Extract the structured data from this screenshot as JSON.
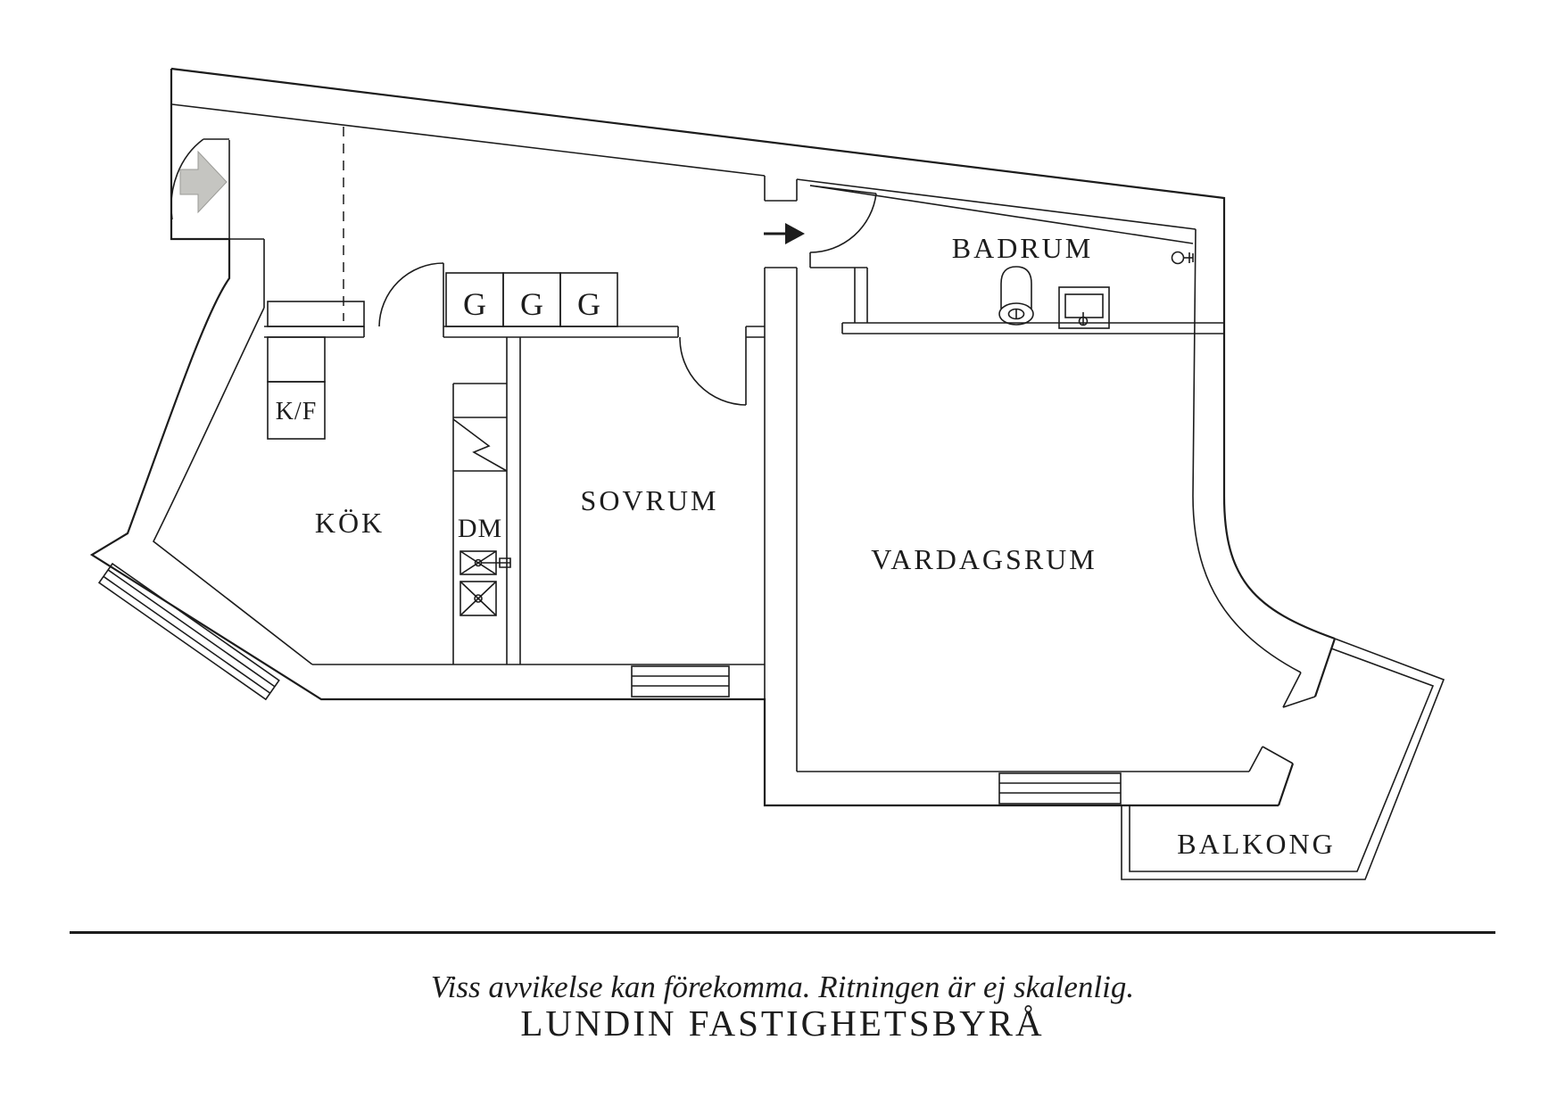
{
  "plan": {
    "rooms": {
      "kok": "KÖK",
      "sovrum": "SOVRUM",
      "badrum": "BADRUM",
      "vardagsrum": "VARDAGSRUM",
      "balkong": "BALKONG"
    },
    "labels": {
      "wardrobe1": "G",
      "wardrobe2": "G",
      "wardrobe3": "G",
      "fridge_freezer": "K/F",
      "dishwasher": "DM"
    },
    "icons": {
      "entry_arrow": "entry-direction-arrow",
      "inner_arrow": "passage-direction-arrow",
      "toilet": "toilet",
      "washbasin": "washbasin",
      "sink": "double-kitchen-sink"
    }
  },
  "footer": {
    "disclaimer": "Viss avvikelse kan förekomma. Ritningen är ej skalenlig.",
    "agency": "LUNDIN FASTIGHETSBYRÅ"
  },
  "colors": {
    "line": "#1c1c1c",
    "entry_arrow_fill": "#c5c5c1",
    "entry_arrow_edge": "#9b9b97",
    "background": "#ffffff"
  }
}
